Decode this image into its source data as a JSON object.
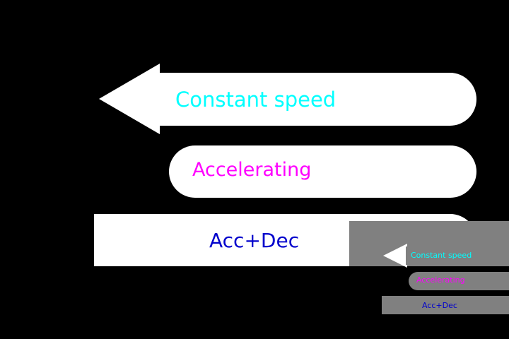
{
  "menu": {
    "items": [
      {
        "label": "Constant speed"
      },
      {
        "label": "Accelerating"
      },
      {
        "label": "Acc+Dec"
      }
    ]
  },
  "preview": {
    "items": [
      {
        "label": "Constant speed"
      },
      {
        "label": "Accelerating"
      },
      {
        "label": "Acc+Dec"
      }
    ]
  },
  "colors": {
    "background": "#000000",
    "pill": "#ffffff",
    "overlay": "#808080",
    "constant_speed": "#00ffff",
    "accelerating": "#ff00ff",
    "acc_dec": "#0000cc"
  }
}
